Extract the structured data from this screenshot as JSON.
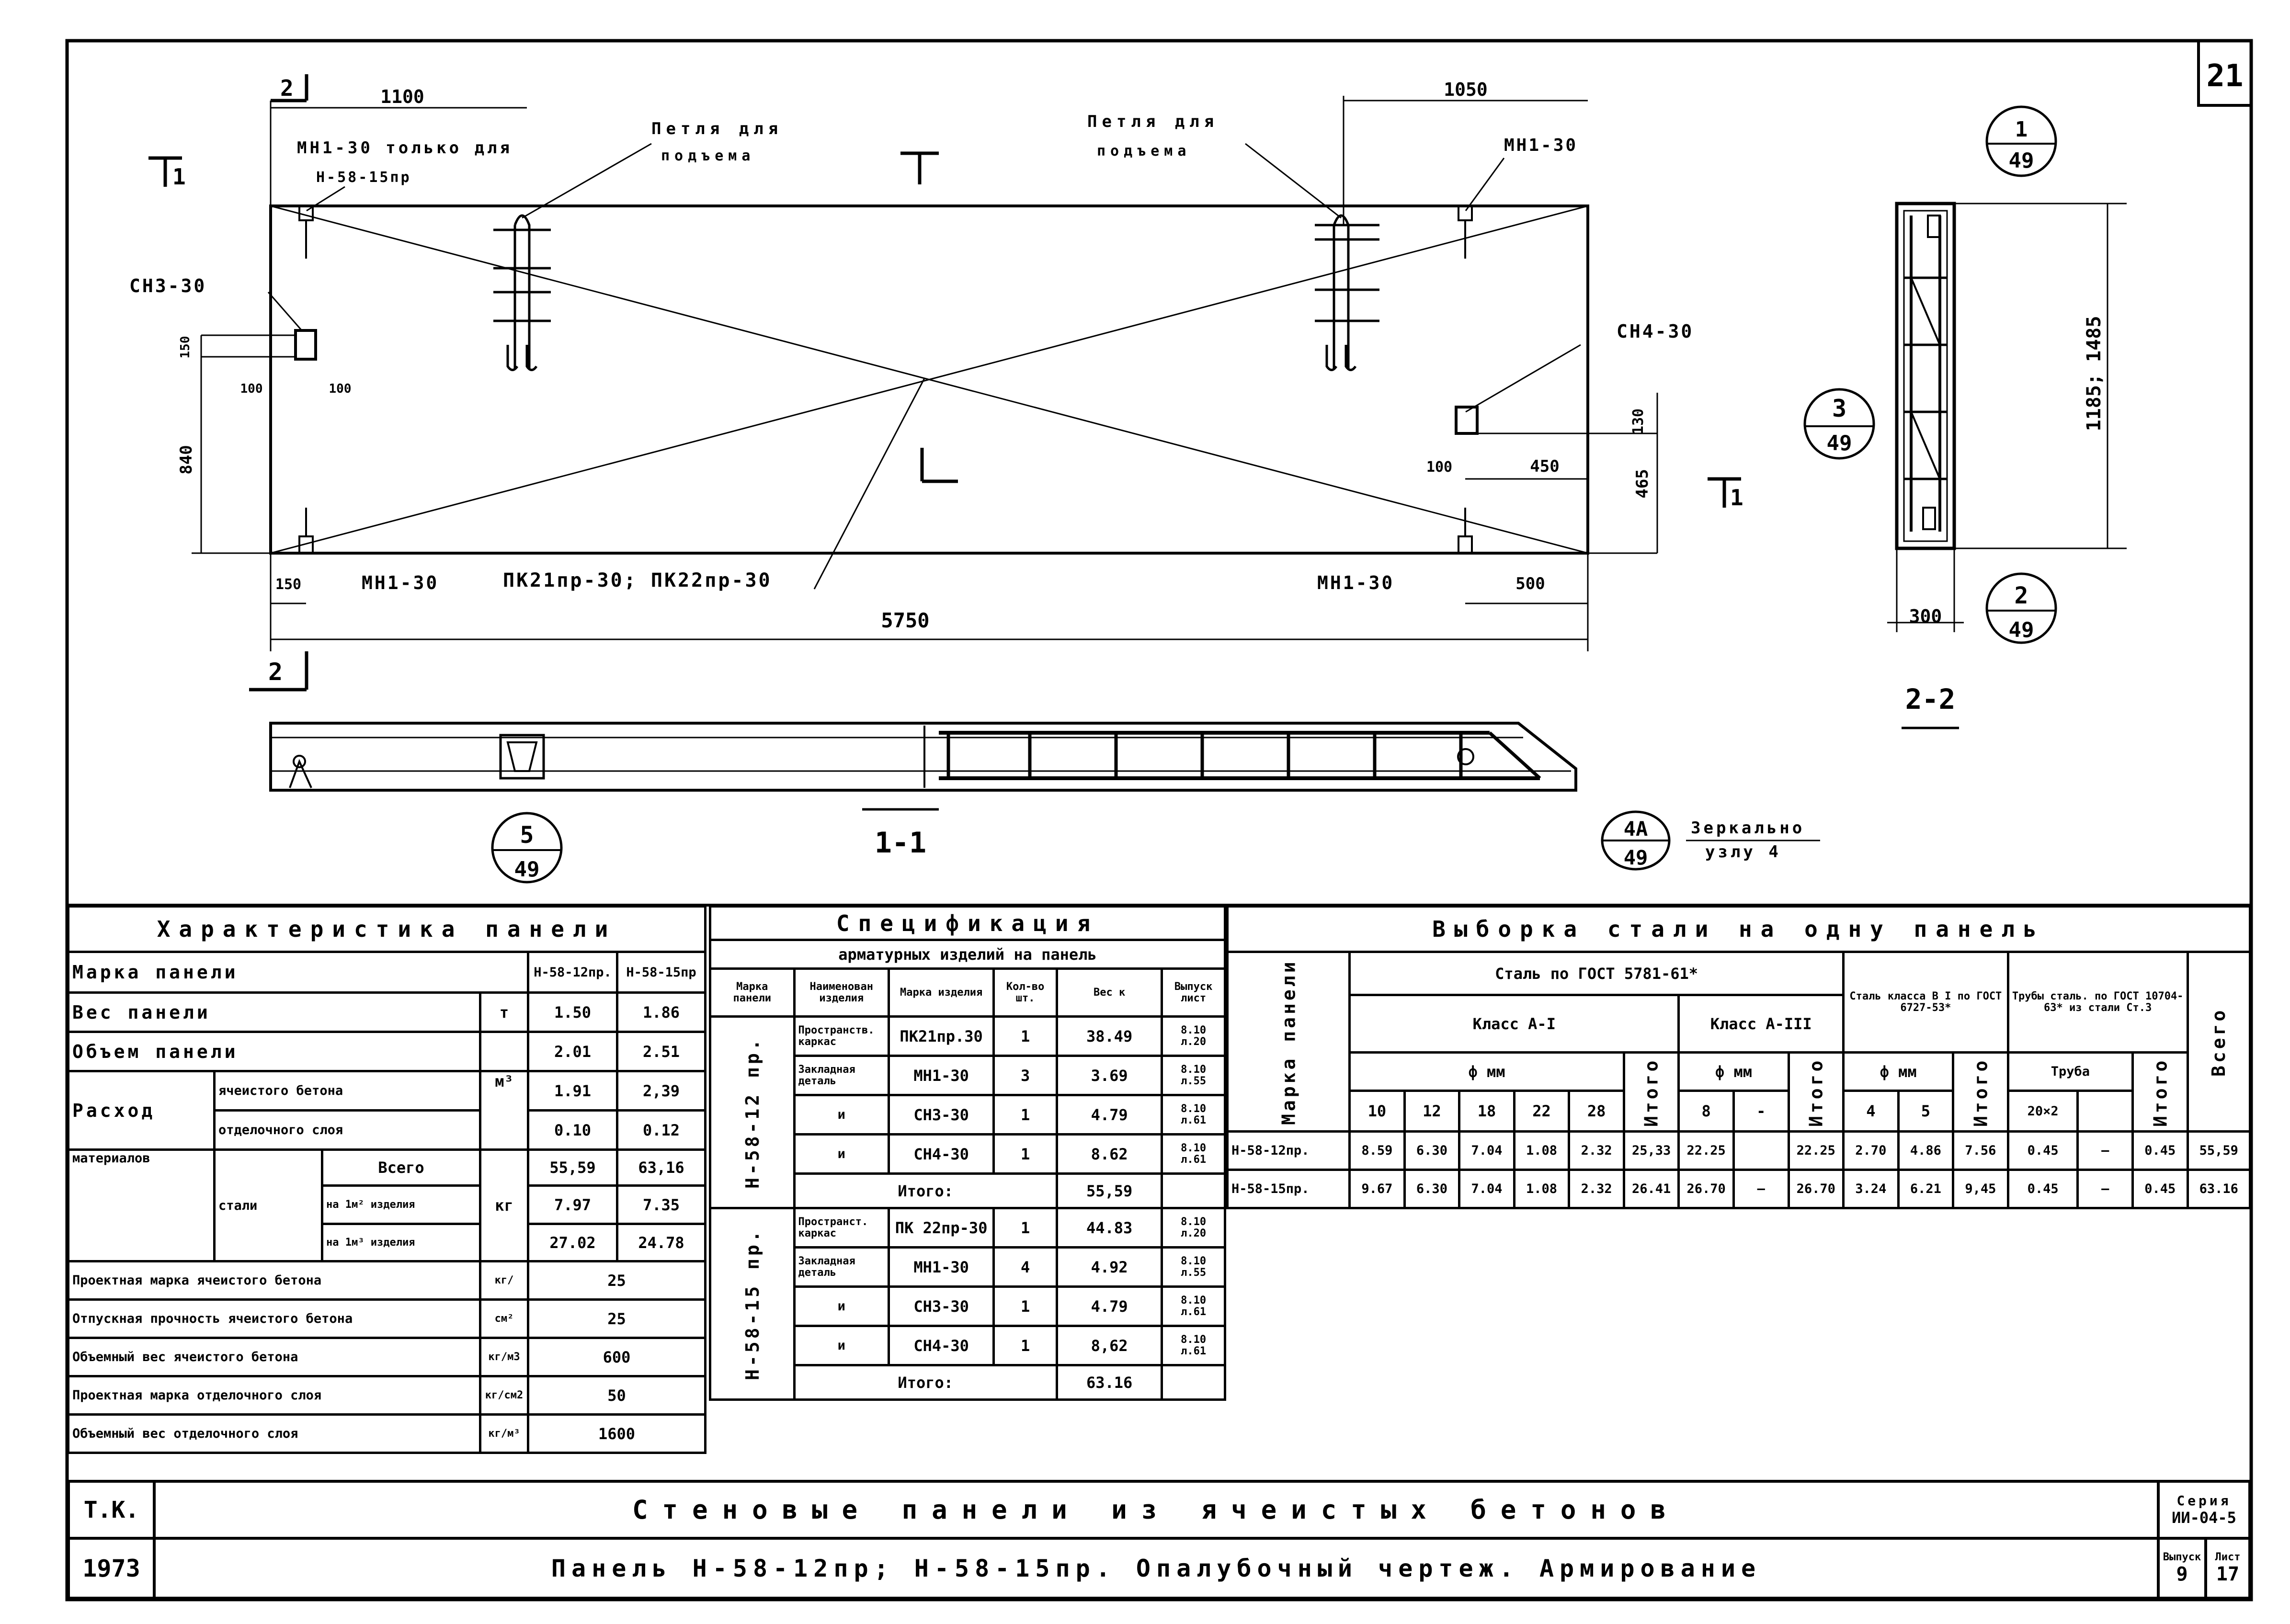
{
  "sheet": {
    "number": "21"
  },
  "drawing": {
    "dims": {
      "left_top": "1100",
      "right_top": "1050",
      "total": "5750",
      "side_height": "840",
      "h150": "150",
      "d100a": "100",
      "d100b": "100",
      "r130": "130",
      "r465": "465",
      "r100": "100",
      "r450": "450",
      "r500": "500",
      "b150": "150",
      "sec_w": "300",
      "sec_h": "1185; 1485"
    },
    "labels": {
      "mn_only": "МН1-30 только для",
      "mn_only2": "Н-58-15пр",
      "loop_left": "Петля для",
      "loop_left2": "подъема",
      "loop_right": "Петля для",
      "loop_right2": "подъема",
      "mn_tr": "МН1-30",
      "sn3": "СН3-30",
      "sn4": "СН4-30",
      "mn_bl": "МН1-30",
      "pk": "ПК21пр-30; ПК22пр-30",
      "mn_br": "МН1-30",
      "mirror": "Зеркально",
      "mirror2": "узлу 4"
    },
    "section_marks": {
      "s1": "1",
      "s1b": "1",
      "s2top": "2",
      "s2bot": "2"
    },
    "view_labels": {
      "v11": "1-1",
      "v22": "2-2"
    },
    "callouts": [
      {
        "top": "1",
        "bottom": "49"
      },
      {
        "top": "3",
        "bottom": "49"
      },
      {
        "top": "2",
        "bottom": "49"
      },
      {
        "top": "5",
        "bottom": "49"
      },
      {
        "top": "4А",
        "bottom": "49"
      }
    ]
  },
  "char_table": {
    "title": "Характеристика панели",
    "col_a": "Н-58-12пр.",
    "col_b": "Н-58-15пр",
    "mark_label": "Марка панели",
    "rows": [
      {
        "label": "Вес панели",
        "unit": "т",
        "a": "1.50",
        "b": "1.86"
      },
      {
        "label": "Объем панели",
        "unit": "",
        "a": "2.01",
        "b": "2.51"
      }
    ],
    "rashod": "Расход",
    "materialov": "материалов",
    "yach": "ячеистого бетона",
    "otdel": "отделочного слоя",
    "m3": "м³",
    "yach_a": "1.91",
    "yach_b": "2,39",
    "otdel_a": "0.10",
    "otdel_b": "0.12",
    "stali": "стали",
    "vsego": "Всего",
    "na1m2": "на 1м² изделия",
    "na1m3": "на 1м³ изделия",
    "kg": "кг",
    "vsego_a": "55,59",
    "vsego_b": "63,16",
    "m2_a": "7.97",
    "m2_b": "7.35",
    "m3_a": "27.02",
    "m3_b": "24.78",
    "props": [
      {
        "label": "Проектная марка ячеистого бетона",
        "unit": "кг/",
        "value": "25"
      },
      {
        "label": "Отпускная прочность ячеистого бетона",
        "unit": "см²",
        "value": "25"
      },
      {
        "label": "Объемный вес ячеистого бетона",
        "unit": "кг/м3",
        "value": "600"
      },
      {
        "label": "Проектная марка отделочного слоя",
        "unit": "кг/см2",
        "value": "50"
      },
      {
        "label": "Объемный вес отделочного слоя",
        "unit": "кг/м³",
        "value": "1600"
      }
    ]
  },
  "spec_table": {
    "title": "Спецификация",
    "subtitle": "арматурных изделий на панель",
    "headers": [
      "Марка панели",
      "Наименован изделия",
      "Марка изделия",
      "Кол-во шт.",
      "Вес к",
      "Выпуск лист"
    ],
    "groups": [
      {
        "panel": "Н-58-12 пр.",
        "rows": [
          {
            "name": "Пространств. каркас",
            "mark": "ПК21пр.30",
            "qty": "1",
            "weight": "38.49",
            "sheet": "8.10 л.20"
          },
          {
            "name": "Закладная деталь",
            "mark": "МН1-30",
            "qty": "3",
            "weight": "3.69",
            "sheet": "8.10 л.55"
          },
          {
            "name": "и",
            "mark": "СН3-30",
            "qty": "1",
            "weight": "4.79",
            "sheet": "8.10 л.61"
          },
          {
            "name": "и",
            "mark": "СН4-30",
            "qty": "1",
            "weight": "8.62",
            "sheet": "8.10 л.61"
          }
        ],
        "total_label": "Итого:",
        "total": "55,59"
      },
      {
        "panel": "Н-58-15 пр.",
        "rows": [
          {
            "name": "Пространст. каркас",
            "mark": "ПК 22пр-30",
            "qty": "1",
            "weight": "44.83",
            "sheet": "8.10 л.20"
          },
          {
            "name": "Закладная деталь",
            "mark": "МН1-30",
            "qty": "4",
            "weight": "4.92",
            "sheet": "8.10 л.55"
          },
          {
            "name": "и",
            "mark": "СН3-30",
            "qty": "1",
            "weight": "4.79",
            "sheet": "8.10 л.61"
          },
          {
            "name": "и",
            "mark": "СН4-30",
            "qty": "1",
            "weight": "8,62",
            "sheet": "8.10 л.61"
          }
        ],
        "total_label": "Итого:",
        "total": "63.16"
      }
    ]
  },
  "steel_table": {
    "title": "Выборка стали на одну панель",
    "mark_label": "Марка панели",
    "gost1": "Сталь по ГОСТ 5781-61*",
    "klass1": "Класс А-I",
    "klass3": "Класс А-III",
    "gost2": "Сталь класса В I по ГОСТ 6727-53*",
    "gost3": "Трубы сталь. по ГОСТ 10704-63* из стали Ст.3",
    "vsego": "Всего",
    "fmm": "ф мм",
    "itogo": "Итого",
    "truba": "Труба",
    "d1": [
      "10",
      "12",
      "18",
      "22",
      "28"
    ],
    "d3": [
      "8",
      "-"
    ],
    "d2": [
      "4",
      "5"
    ],
    "d4": "20×2",
    "rows": [
      {
        "mark": "Н-58-12пр.",
        "v": [
          "8.59",
          "6.30",
          "7.04",
          "1.08",
          "2.32",
          "25,33",
          "22.25",
          "",
          "22.25",
          "2.70",
          "4.86",
          "7.56",
          "0.45",
          "—",
          "0.45",
          "55,59"
        ]
      },
      {
        "mark": "Н-58-15пр.",
        "v": [
          "9.67",
          "6.30",
          "7.04",
          "1.08",
          "2.32",
          "26.41",
          "26.70",
          "—",
          "26.70",
          "3.24",
          "6.21",
          "9,45",
          "0.45",
          "—",
          "0.45",
          "63.16"
        ]
      }
    ]
  },
  "title_block": {
    "tk": "Т.К.",
    "year": "1973",
    "line1": "Стеновые панели из ячеистых бетонов",
    "line2": "Панель Н-58-12пр; Н-58-15пр. Опалубочный чертеж. Армирование",
    "seria_label": "Серия",
    "seria": "ИИ-04-5",
    "vypusk_label": "Выпуск",
    "vypusk": "9",
    "list_label": "Лист",
    "list": "17"
  }
}
